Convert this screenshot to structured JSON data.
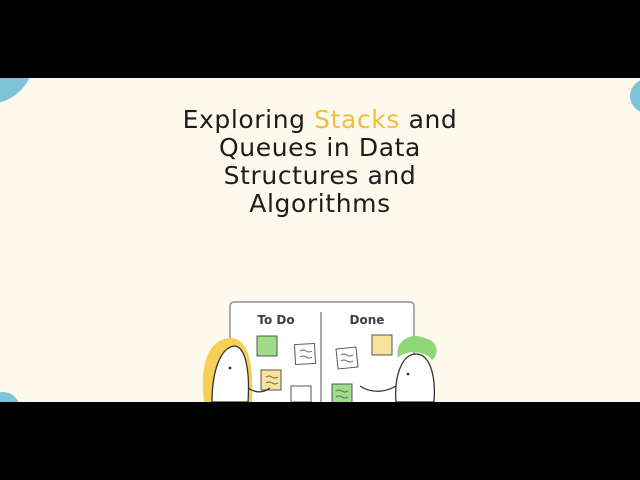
{
  "slide": {
    "title_before": "Exploring",
    "title_highlight": "Stacks",
    "title_after_line1": "and",
    "title_line2": "Queues in Data",
    "title_line3": "Structures and",
    "title_line4": "Algorithms"
  },
  "board": {
    "todo_label": "To Do",
    "done_label": "Done"
  },
  "colors": {
    "background": "#fdf9ec",
    "letterbox": "#000000",
    "title_text": "#1c1c1c",
    "highlight": "#f0bf3c",
    "accent_blob": "#7ec4d8",
    "sticky_green": "#9edc8a",
    "sticky_yellow": "#f8e39a",
    "hair_yellow": "#f6cf57",
    "hair_green": "#8fd876"
  }
}
